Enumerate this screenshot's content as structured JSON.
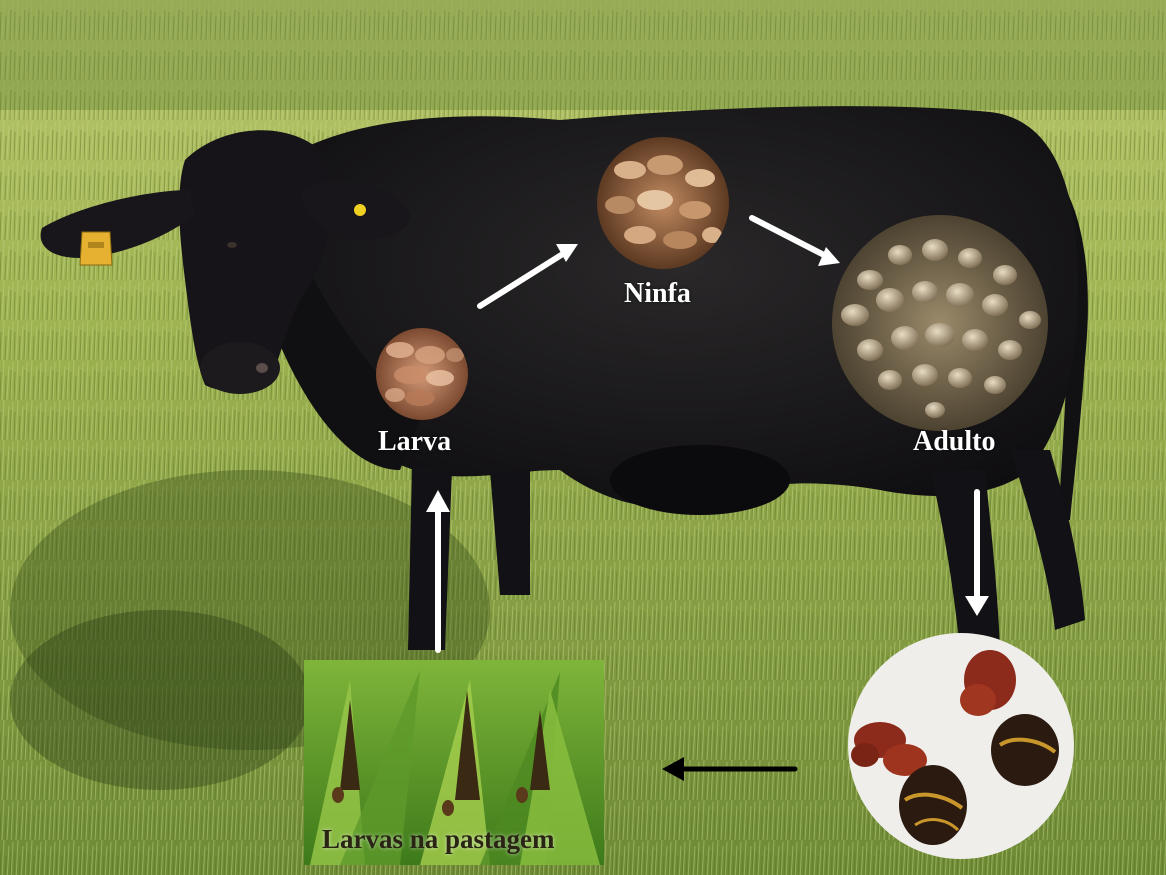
{
  "labels": {
    "larva": "Larva",
    "ninfa": "Ninfa",
    "adulto": "Adulto",
    "larvas_pastagem": "Larvas na pastagem"
  },
  "colors": {
    "grass_light": "#b9c86a",
    "grass_dark": "#5f7a2c",
    "cattle": "#141317",
    "arrow_white": "#ffffff",
    "arrow_black": "#000000",
    "tick_brown": "#8a5a3a",
    "engorged_tick": "#b7a98a",
    "egg_mass": "#8c2a1c"
  },
  "icons": {
    "ear_tag": "ear-tag",
    "arrow": "arrow"
  }
}
